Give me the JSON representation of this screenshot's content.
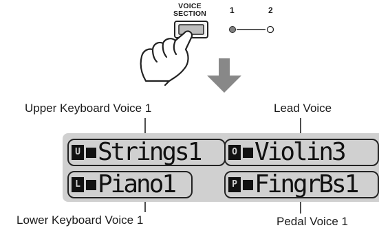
{
  "control": {
    "button_label_line1": "VOICE",
    "button_label_line2": "SECTION",
    "indicator_1": "1",
    "indicator_2": "2"
  },
  "callouts": {
    "upper": "Upper Keyboard Voice 1",
    "lead": "Lead Voice",
    "lower": "Lower Keyboard Voice 1",
    "pedal": "Pedal Voice 1"
  },
  "display": {
    "upper_left": {
      "badge": "U",
      "name": "Strings1"
    },
    "upper_right": {
      "badge": "O",
      "name": "Violin3"
    },
    "lower_left": {
      "badge": "L",
      "name": "Piano1"
    },
    "lower_right": {
      "badge": "P",
      "name": "FingrBs1"
    }
  },
  "colors": {
    "lcd_background": "#d0d0d0",
    "arrow": "#888888",
    "ink": "#1a1a1a"
  }
}
